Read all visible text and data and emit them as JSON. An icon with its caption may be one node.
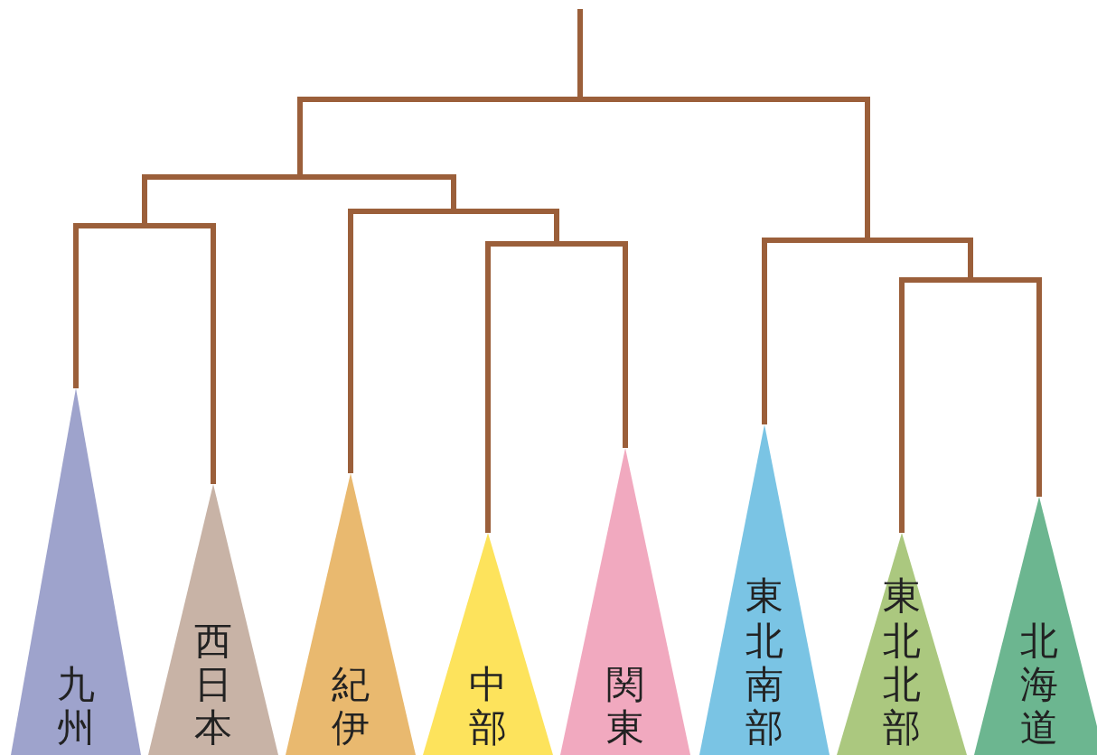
{
  "diagram": {
    "nodes": [
      {
        "text": [
          "九州"
        ]
      },
      {
        "text": [
          "西日本"
        ]
      },
      {
        "text": [
          "紀伊"
        ]
      },
      {
        "text": [
          "中部"
        ]
      },
      {
        "text": [
          "関東"
        ]
      },
      {
        "text": [
          "東北南部"
        ]
      },
      {
        "text": [
          "東北北部"
        ]
      },
      {
        "text": [
          "北海道"
        ]
      }
    ],
    "edges": [
      {
        "from": null,
        "to": 0,
        "arrow": "none"
      },
      {
        "from": null,
        "to": 1,
        "arrow": "none"
      },
      {
        "from": null,
        "to": 2,
        "arrow": "none"
      },
      {
        "from": null,
        "to": 3,
        "arrow": "none"
      },
      {
        "from": null,
        "to": 4,
        "arrow": "none"
      },
      {
        "from": null,
        "to": 5,
        "arrow": "none"
      },
      {
        "from": null,
        "to": 6,
        "arrow": "none"
      },
      {
        "from": null,
        "to": 7,
        "arrow": "none"
      }
    ]
  }
}
